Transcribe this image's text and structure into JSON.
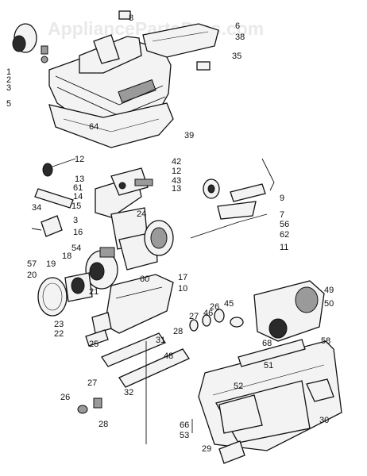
{
  "watermark": "AppliancePartsPros.com",
  "callouts": [
    "8",
    "6",
    "38",
    "35",
    "1",
    "2",
    "3",
    "5",
    "64",
    "39",
    "12",
    "13",
    "61",
    "14",
    "15",
    "42",
    "12",
    "43",
    "13",
    "9",
    "7",
    "56",
    "62",
    "11",
    "34",
    "3",
    "16",
    "24",
    "57",
    "54",
    "18",
    "19",
    "20",
    "17",
    "60",
    "10",
    "49",
    "50",
    "21",
    "23",
    "22",
    "26",
    "27",
    "46",
    "45",
    "28",
    "68",
    "25",
    "31",
    "48",
    "58",
    "51",
    "52",
    "27",
    "32",
    "26",
    "28",
    "66",
    "53",
    "29",
    "30"
  ]
}
